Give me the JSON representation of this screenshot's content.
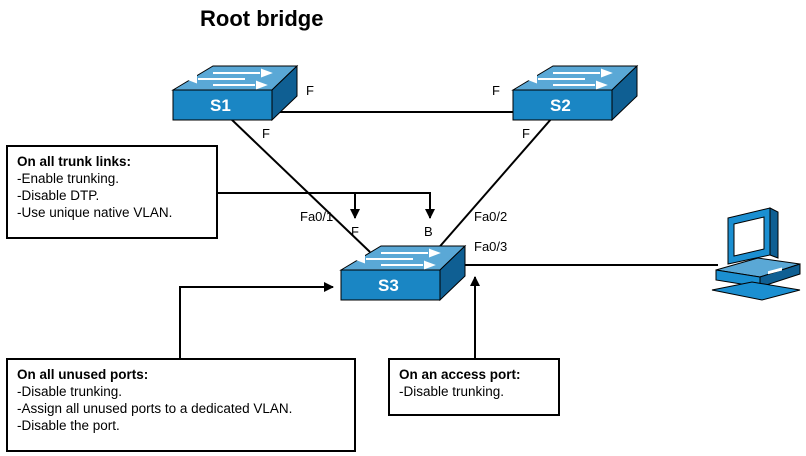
{
  "title": "Root bridge",
  "switches": {
    "s1": "S1",
    "s2": "S2",
    "s3": "S3"
  },
  "port_states": {
    "s1_to_s2": "F",
    "s2_to_s1": "F",
    "s1_down": "F",
    "s2_down": "F",
    "s3_fa01": "F",
    "s3_fa02": "B"
  },
  "ports": {
    "fa01": "Fa0/1",
    "fa02": "Fa0/2",
    "fa03": "Fa0/3"
  },
  "trunk_box": {
    "heading": "On all trunk links:",
    "lines": [
      "-Enable trunking.",
      "-Disable DTP.",
      "-Use unique native VLAN."
    ]
  },
  "unused_box": {
    "heading": "On all unused ports:",
    "lines": [
      "-Disable trunking.",
      "-Assign all unused ports to a dedicated VLAN.",
      "-Disable the port."
    ]
  },
  "access_box": {
    "heading": "On an access port:",
    "lines": [
      "-Disable trunking."
    ]
  },
  "colors": {
    "switch_top": "#5aa8d6",
    "switch_front": "#1a86c4",
    "switch_side": "#0f5f93",
    "pc_body": "#1b8fd1"
  }
}
